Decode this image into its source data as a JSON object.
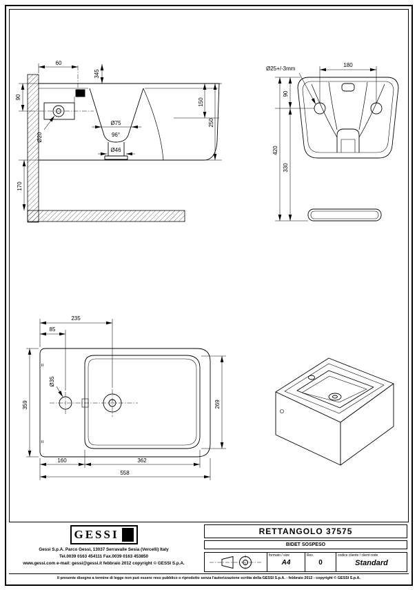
{
  "side_view": {
    "dims": {
      "offset_60": "60",
      "height_345": "345",
      "left_90": "90",
      "inlet_dia": "Ø20",
      "basin_dia": "Ø75",
      "cone_angle": "96°",
      "drain_dia": "Ø46",
      "depth_150": "150",
      "depth_250": "250",
      "floor_170": "170"
    }
  },
  "rear_view": {
    "dims": {
      "hole_dia": "Ø25+/-3mm",
      "hole_span": "180",
      "top_to_hole": "90",
      "total_420": "420",
      "lower_330": "330"
    }
  },
  "plan_view": {
    "dims": {
      "drain_offset": "235",
      "tap_offset": "85",
      "width_359": "359",
      "basin_269": "269",
      "equal_top": "=",
      "equal_bottom": "=",
      "seg_160": "160",
      "seg_362": "362",
      "total_558": "558",
      "tap_dia": "Ø35"
    }
  },
  "title_block": {
    "product": "RETTANGOLO  37575",
    "type_label": "BIDET SOSPESO",
    "format_label": "formato / size",
    "format_value": "A4",
    "rev_label": "Rev.",
    "rev_value": "0",
    "client_label": "codice cliente / client code",
    "client_value": "Standard"
  },
  "company": {
    "logo_text": "GESSI",
    "address": "Gessi S.p.A. Parco Gessi, 13037 Serravalle Sesia (Vercelli) Italy",
    "phone": "Tel.0039 0163 454111  Fax.0039 0163 453850",
    "web_line": "www.gessi.com   e-mail: gessi@gessi.it    febbraio 2012    copyright © GESSI S.p.A.",
    "disclaimer": "Il presente disegno a termine di legge non può essere reso pubblico o riprodotto senza l'autorizzazione scritta della GESSI S.p.A.  -  febbraio 2012  -  copyright © GESSI S.p.A."
  }
}
